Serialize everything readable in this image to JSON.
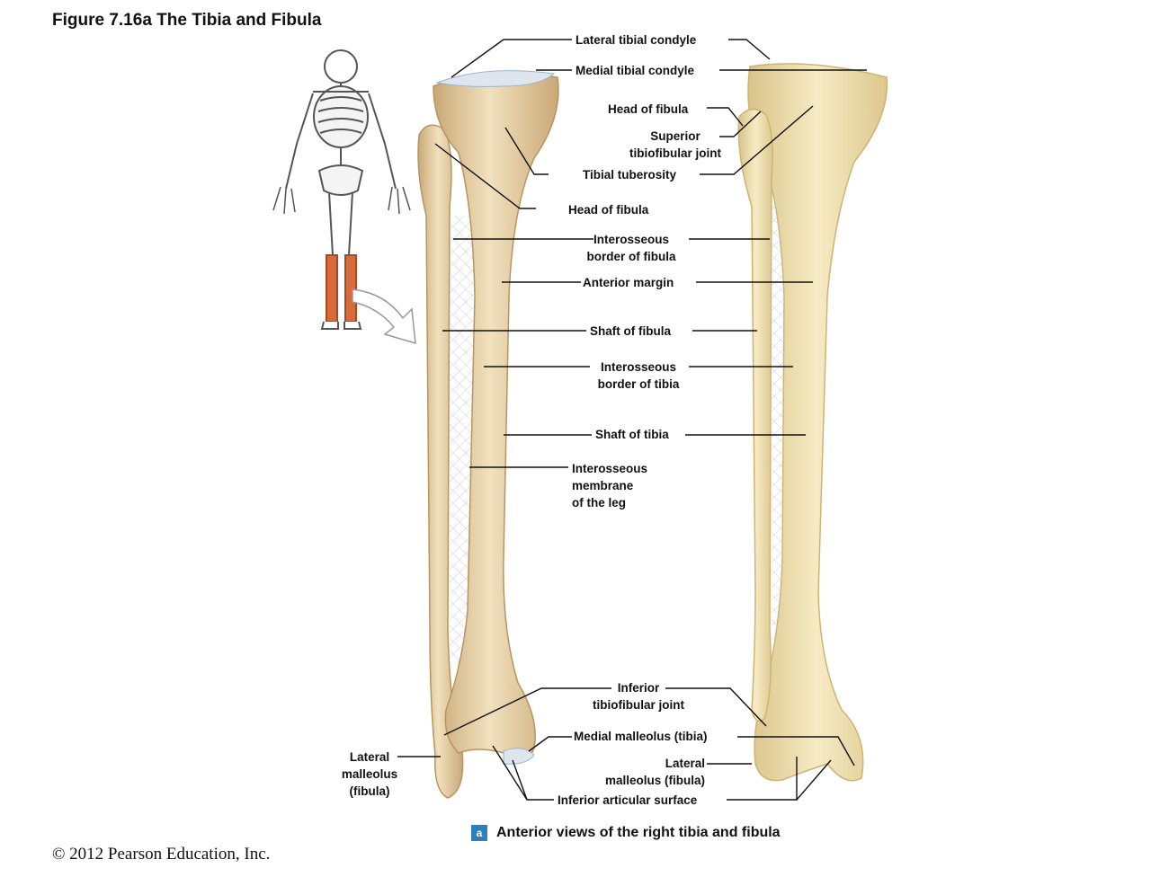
{
  "figure": {
    "title": "Figure 7.16a  The Tibia and Fibula",
    "caption_badge": "a",
    "caption": "Anterior views of the right tibia and fibula",
    "copyright": "© 2012 Pearson Education, Inc."
  },
  "labels": {
    "lateral_tibial_condyle": "Lateral tibial condyle",
    "medial_tibial_condyle": "Medial tibial condyle",
    "head_of_fibula_top": "Head of fibula",
    "superior_tibiofibular_joint": "Superior\ntibiofibular joint",
    "tibial_tuberosity": "Tibial tuberosity",
    "head_of_fibula": "Head of fibula",
    "interosseous_border_fibula": "Interosseous\nborder of fibula",
    "anterior_margin": "Anterior margin",
    "shaft_of_fibula": "Shaft of fibula",
    "interosseous_border_tibia": "Interosseous\nborder of tibia",
    "shaft_of_tibia": "Shaft of tibia",
    "interosseous_membrane": "Interosseous\nmembrane\nof the leg",
    "inferior_tibiofibular_joint": "Inferior\ntibiofibular joint",
    "medial_malleolus": "Medial malleolus (tibia)",
    "lateral_malleolus_right": "Lateral\nmalleolus (fibula)",
    "lateral_malleolus_left": "Lateral\nmalleolus\n(fibula)",
    "inferior_articular_surface": "Inferior articular surface"
  },
  "colors": {
    "bone_left": "#e8d2a6",
    "bone_left_shade": "#c9a877",
    "bone_right": "#f4e5b4",
    "bone_right_shade": "#d9c489",
    "membrane": "#e4e8f0",
    "highlight": "#d96a3c",
    "badge": "#2f7fb8"
  }
}
